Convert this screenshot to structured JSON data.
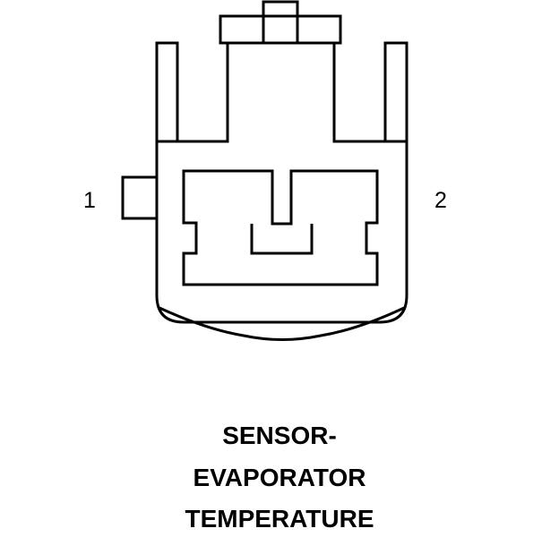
{
  "connector": {
    "pin_1_label": "1",
    "pin_2_label": "2"
  },
  "caption": {
    "line_1": "SENSOR-",
    "line_2": "EVAPORATOR",
    "line_3": "TEMPERATURE"
  },
  "colors": {
    "stroke": "#000000",
    "background": "#ffffff"
  }
}
